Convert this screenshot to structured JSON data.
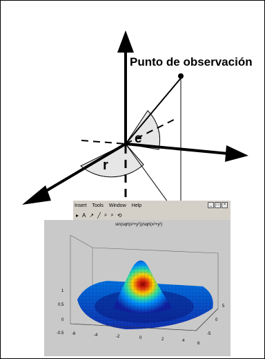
{
  "diagram": {
    "observation_label": "Punto de observación",
    "angle_e_label": "e",
    "angle_r_label": "r"
  },
  "inset_window": {
    "menu": [
      "Insert",
      "Tools",
      "Window",
      "Help"
    ],
    "toolbar_glyphs": [
      "▸",
      "A",
      "↗",
      "╱",
      "⌕",
      "⌕",
      "⟲"
    ],
    "plot_title": "sin(sqrt(x²+y²))/sqrt(x²+y²)",
    "z_ticks": [
      "1",
      "0.5",
      "0",
      "-0.5"
    ],
    "x_ticks": [
      "-6",
      "-4",
      "-2",
      "0",
      "2",
      "4",
      "6"
    ],
    "y_ticks": [
      "5",
      "0",
      "-5"
    ]
  },
  "colors": {
    "sector_fill": "#e6e6e6",
    "line": "#000000",
    "plot_bg": "#c9c9c9",
    "window_chrome": "#d4d0c8"
  }
}
